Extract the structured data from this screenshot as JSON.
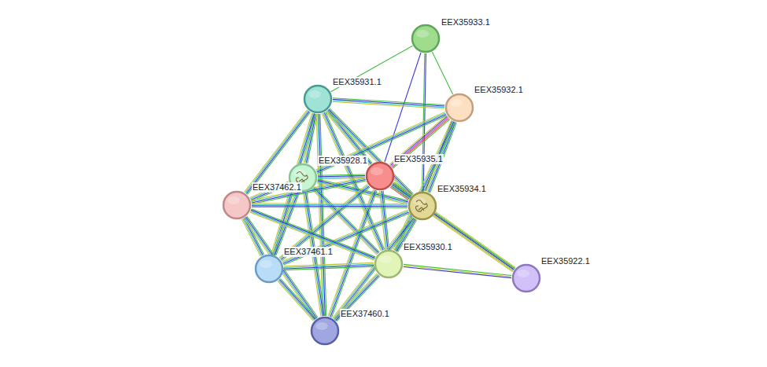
{
  "diagram": {
    "nodes": [
      {
        "text": [
          "EEX35933.1"
        ]
      },
      {
        "text": [
          "EEX35931.1"
        ]
      },
      {
        "text": [
          "EEX35932.1"
        ]
      },
      {
        "text": [
          "EEX35928.1"
        ]
      },
      {
        "text": [
          "EEX35935.1"
        ]
      },
      {
        "text": [
          "EEX35934.1"
        ]
      },
      {
        "text": [
          "EEX37462.1"
        ]
      },
      {
        "text": [
          "EEX35930.1"
        ]
      },
      {
        "text": [
          "EEX35922.1"
        ]
      },
      {
        "text": [
          "EEX37461.1"
        ]
      },
      {
        "text": [
          "EEX37460.1"
        ]
      }
    ],
    "edges": [
      {
        "from": 0,
        "to": 1,
        "arrow": "none"
      },
      {
        "from": 0,
        "to": 2,
        "arrow": "none"
      },
      {
        "from": 0,
        "to": 4,
        "arrow": "none"
      },
      {
        "from": 0,
        "to": 5,
        "arrow": "none"
      },
      {
        "from": 1,
        "to": 2,
        "arrow": "none"
      },
      {
        "from": 1,
        "to": 4,
        "arrow": "none"
      },
      {
        "from": 1,
        "to": 5,
        "arrow": "none"
      },
      {
        "from": 1,
        "to": 3,
        "arrow": "none"
      },
      {
        "from": 1,
        "to": 6,
        "arrow": "none"
      },
      {
        "from": 1,
        "to": 9,
        "arrow": "none"
      },
      {
        "from": 1,
        "to": 7,
        "arrow": "none"
      },
      {
        "from": 1,
        "to": 10,
        "arrow": "none"
      },
      {
        "from": 2,
        "to": 4,
        "arrow": "none"
      },
      {
        "from": 2,
        "to": 5,
        "arrow": "none"
      },
      {
        "from": 2,
        "to": 7,
        "arrow": "none"
      },
      {
        "from": 2,
        "to": 3,
        "arrow": "none"
      },
      {
        "from": 3,
        "to": 4,
        "arrow": "none"
      },
      {
        "from": 3,
        "to": 5,
        "arrow": "none"
      },
      {
        "from": 3,
        "to": 6,
        "arrow": "none"
      },
      {
        "from": 3,
        "to": 9,
        "arrow": "none"
      },
      {
        "from": 3,
        "to": 7,
        "arrow": "none"
      },
      {
        "from": 3,
        "to": 10,
        "arrow": "none"
      },
      {
        "from": 4,
        "to": 5,
        "arrow": "none"
      },
      {
        "from": 4,
        "to": 6,
        "arrow": "none"
      },
      {
        "from": 4,
        "to": 9,
        "arrow": "none"
      },
      {
        "from": 4,
        "to": 7,
        "arrow": "none"
      },
      {
        "from": 4,
        "to": 8,
        "arrow": "none"
      },
      {
        "from": 4,
        "to": 10,
        "arrow": "none"
      },
      {
        "from": 5,
        "to": 6,
        "arrow": "none"
      },
      {
        "from": 5,
        "to": 7,
        "arrow": "none"
      },
      {
        "from": 5,
        "to": 8,
        "arrow": "none"
      },
      {
        "from": 5,
        "to": 9,
        "arrow": "none"
      },
      {
        "from": 5,
        "to": 10,
        "arrow": "none"
      },
      {
        "from": 6,
        "to": 7,
        "arrow": "none"
      },
      {
        "from": 6,
        "to": 9,
        "arrow": "none"
      },
      {
        "from": 6,
        "to": 10,
        "arrow": "none"
      },
      {
        "from": 7,
        "to": 8,
        "arrow": "none"
      },
      {
        "from": 7,
        "to": 9,
        "arrow": "none"
      },
      {
        "from": 7,
        "to": 10,
        "arrow": "none"
      },
      {
        "from": 9,
        "to": 10,
        "arrow": "none"
      }
    ]
  }
}
